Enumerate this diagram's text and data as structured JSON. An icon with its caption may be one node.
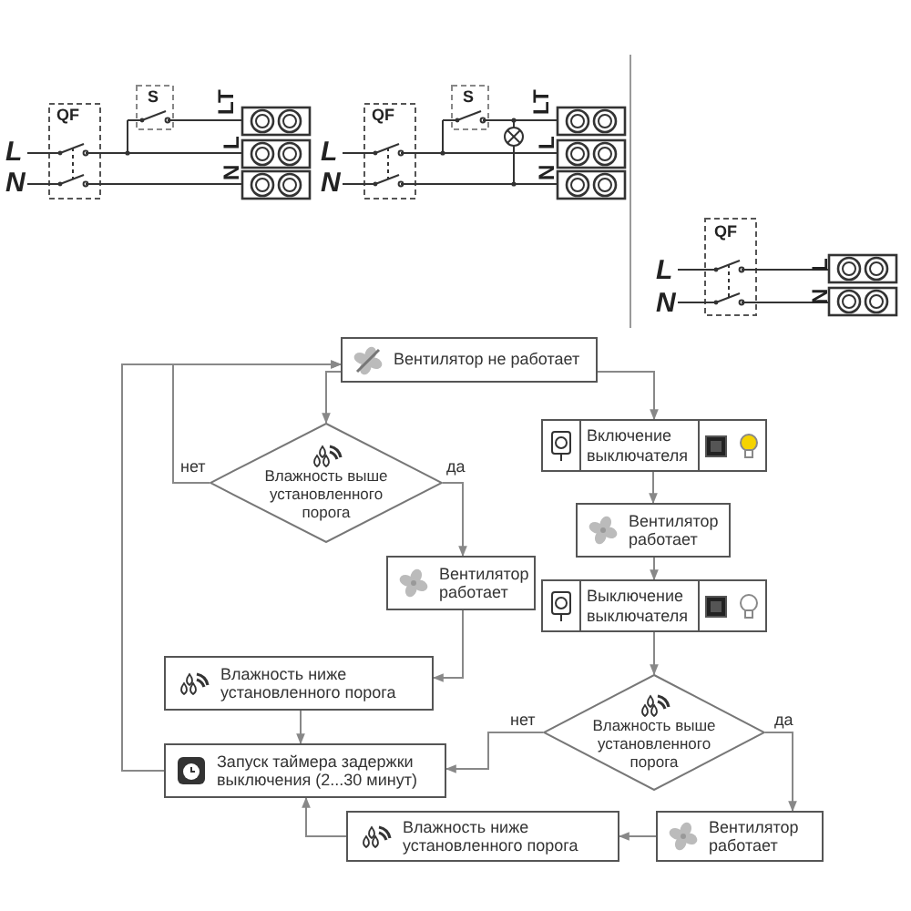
{
  "diagram": {
    "nodes": [
      {
        "text": [
          "Вентилятор не работает"
        ]
      },
      {
        "text": [
          "Влажность выше установленного порога"
        ]
      },
      {
        "text": [
          "Включение выключателя"
        ]
      },
      {
        "text": [
          "Вентилятор работает"
        ]
      },
      {
        "text": [
          "Вентилятор работает"
        ]
      },
      {
        "text": [
          "Выключение выключателя"
        ]
      },
      {
        "text": [
          "Влажность ниже установленного порога"
        ]
      },
      {
        "text": [
          "Влажность выше установленного порога"
        ]
      },
      {
        "text": [
          "Запуск таймера задержки выключения (2...30 минут)"
        ]
      },
      {
        "text": [
          "Вентилятор работает"
        ]
      },
      {
        "text": [
          "Влажность ниже установленного порога"
        ]
      }
    ],
    "edges": [
      {
        "from": 0,
        "to": 1,
        "arrow": "to"
      },
      {
        "from": 0,
        "to": 2,
        "arrow": "to"
      },
      {
        "from": 1,
        "to": 4,
        "arrow": "to",
        "label": "да"
      },
      {
        "from": 1,
        "to": 0,
        "arrow": "to",
        "label": "нет"
      },
      {
        "from": 2,
        "to": 3,
        "arrow": "to"
      },
      {
        "from": 3,
        "to": 5,
        "arrow": "to"
      },
      {
        "from": 4,
        "to": 6,
        "arrow": "to"
      },
      {
        "from": 5,
        "to": 7,
        "arrow": "to"
      },
      {
        "from": 6,
        "to": 8,
        "arrow": "to"
      },
      {
        "from": 7,
        "to": 8,
        "arrow": "to",
        "label": "нет"
      },
      {
        "from": 7,
        "to": 9,
        "arrow": "to",
        "label": "да"
      },
      {
        "from": 9,
        "to": 10,
        "arrow": "to"
      },
      {
        "from": 10,
        "to": 8,
        "arrow": "to"
      },
      {
        "from": 8,
        "to": 0,
        "arrow": "to"
      }
    ],
    "labels": [
      "QF",
      "S",
      "LT",
      "L",
      "N",
      "L",
      "N",
      "QF",
      "S",
      "LT",
      "L",
      "N",
      "L",
      "N",
      "QF",
      "L",
      "N",
      "L",
      "N"
    ]
  }
}
